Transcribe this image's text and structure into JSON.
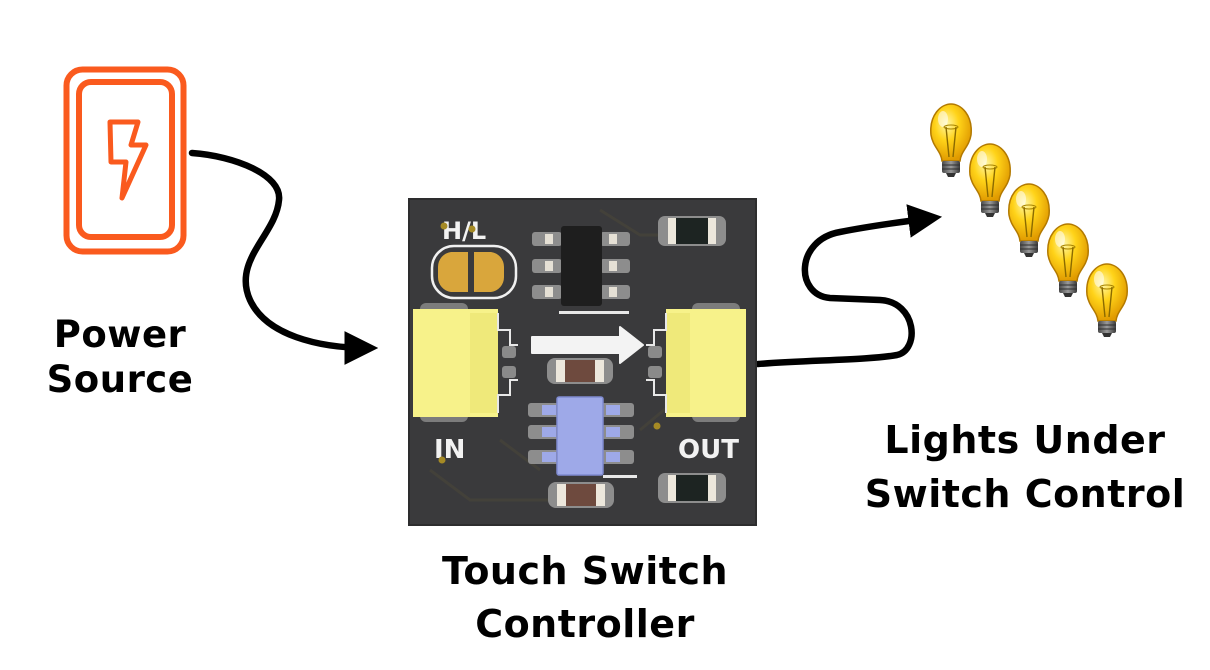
{
  "nodes": {
    "source": {
      "label_lines": [
        "Power",
        "Source"
      ],
      "icon": "battery-bolt-icon",
      "color": "#fa5a1e"
    },
    "controller": {
      "label_lines": [
        "Touch Switch",
        "Controller"
      ],
      "board": {
        "silkscreen": {
          "mode_jumper": "H/L",
          "input": "IN",
          "output": "OUT"
        },
        "colors": {
          "pcb": "#3a3a3c",
          "connector": "#f7f28a",
          "pad": "#d9a63c",
          "ic_top": "#1e1e1e",
          "ic_bottom": "#9ea9e8",
          "resistor": "#6e4a3e"
        }
      }
    },
    "lights": {
      "label_lines": [
        "Lights Under",
        "Switch Control"
      ],
      "bulb_count": 5,
      "bulb_color": "#ffd21e"
    }
  },
  "edges": [
    {
      "from": "source",
      "to": "controller",
      "style": "curved-arrow"
    },
    {
      "from": "controller",
      "to": "lights",
      "style": "curved-arrow"
    }
  ]
}
